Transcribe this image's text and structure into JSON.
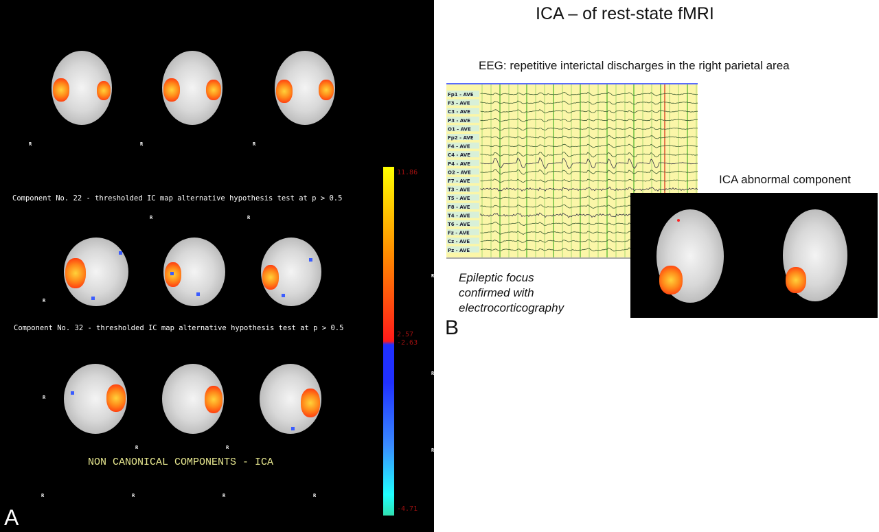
{
  "panel_a": {
    "label": "A",
    "component_22": "Component No. 22 - thresholded IC map   alternative hypothesis test at p > 0.5",
    "component_32": "Component No. 32 - thresholded IC map   alternative hypothesis test at p > 0.5",
    "footer": "NON CANONICAL COMPONENTS - ICA",
    "orientation_marker": "R",
    "colorbar": {
      "max": "11.86",
      "pos_threshold": "2.57",
      "neg_threshold": "-2.63",
      "min": "-4.71",
      "colors": [
        "#ffff00",
        "#ff8c00",
        "#ff1a1a",
        "#2030ff",
        "#3a8cff",
        "#20ffff",
        "#30e0b0"
      ]
    }
  },
  "panel_b": {
    "label": "B",
    "title": "ICA – of rest-state fMRI",
    "eeg_caption": "EEG:  repetitive interictal discharges in the right parietal area",
    "channels": [
      "Fp1 - AVE",
      "F3 - AVE",
      "C3 - AVE",
      "P3 - AVE",
      "O1 - AVE",
      "Fp2 - AVE",
      "F4 - AVE",
      "C4 - AVE",
      "P4 - AVE",
      "O2 - AVE",
      "F7 - AVE",
      "T3 - AVE",
      "T5 - AVE",
      "F8 - AVE",
      "T4 - AVE",
      "T6 - AVE",
      "Fz - AVE",
      "Cz - AVE",
      "Pz - AVE"
    ],
    "focus_line1": "Epileptic focus",
    "focus_line2": "confirmed with",
    "focus_line3": "electrocorticography",
    "ica_caption": "ICA abnormal component"
  }
}
